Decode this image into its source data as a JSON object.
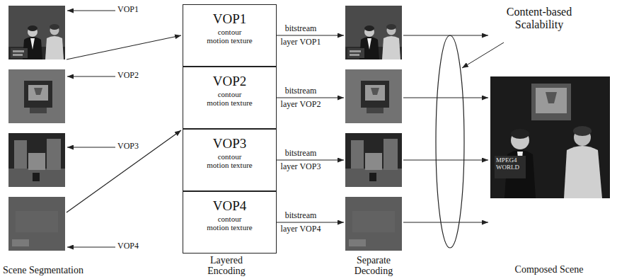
{
  "diagram": {
    "nodes": [
      {
        "text": [
          "VOP1",
          "contour",
          "motion texture"
        ]
      },
      {
        "text": [
          "VOP2",
          "contour",
          "motion texture"
        ]
      },
      {
        "text": [
          "VOP3",
          "contour",
          "motion texture"
        ]
      },
      {
        "text": [
          "VOP4",
          "contour",
          "motion texture"
        ]
      }
    ],
    "labels": [
      "VOP1",
      "VOP2",
      "VOP3",
      "VOP4",
      "Scene Segmentation",
      "Layered Encoding",
      "bitstream",
      "layer VOP1",
      "bitstream",
      "layer VOP2",
      "bitstream",
      "layer VOP3",
      "bitstream",
      "layer VOP4",
      "Separate Decoding",
      "Content-based Scalability",
      "MPEG4 WORLD",
      "Composed Scene"
    ]
  }
}
